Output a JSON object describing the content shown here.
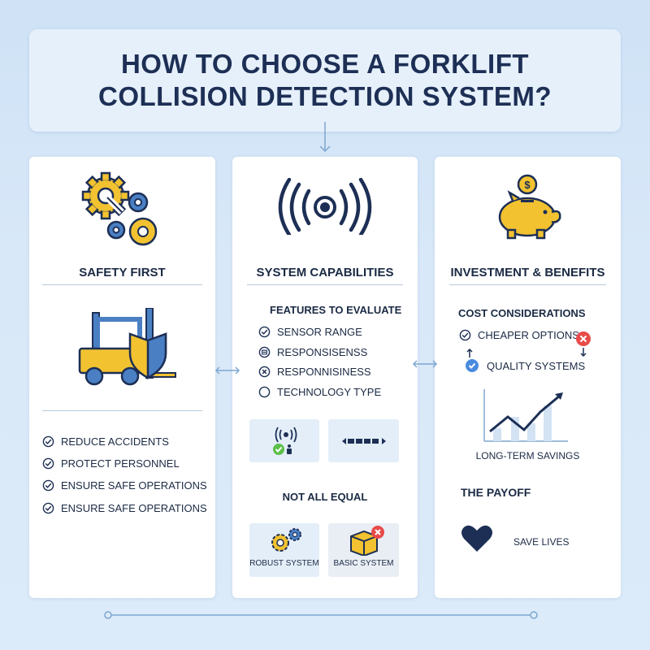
{
  "title": "HOW TO CHOOSE A FORKLIFT COLLISION DETECTION SYSTEM?",
  "colors": {
    "navy": "#1d2f55",
    "gold": "#f2c230",
    "blue": "#3f74b5",
    "check_blue": "#4a8be0",
    "green": "#5cbf4a",
    "red": "#e84a4a"
  },
  "col1": {
    "heading": "SAFETY FIRST",
    "icons": [
      "gears-icon",
      "forklift-shield-icon"
    ],
    "items": [
      "REDUCE ACCIDENTS",
      "PROTECT PERSONNEL",
      "ENSURE SAFE OPERATIONS",
      "ENSURE SAFE OPERATIONS"
    ]
  },
  "col2": {
    "heading": "SYSTEM CAPABILITIES",
    "features_title": "FEATURES TO EVALUATE",
    "features": [
      "SENSOR RANGE",
      "RESPONSISENSS",
      "RESPONNISINESS",
      "TECHNOLOGY TYPE"
    ],
    "not_equal": "NOT ALL EQUAL",
    "robust_label": "ROBUST SYSTEM",
    "basic_label": "BASIC SYSTEM"
  },
  "col3": {
    "heading": "INVESTMENT & BENEFITS",
    "cost_title": "COST CONSIDERATIONS",
    "cheaper": "CHEAPER OPTIONS",
    "quality": "QUALITY SYSTEMS",
    "savings": "LONG-TERM SAVINGS",
    "payoff": "THE PAYOFF",
    "save_lives": "SAVE LIVES"
  }
}
